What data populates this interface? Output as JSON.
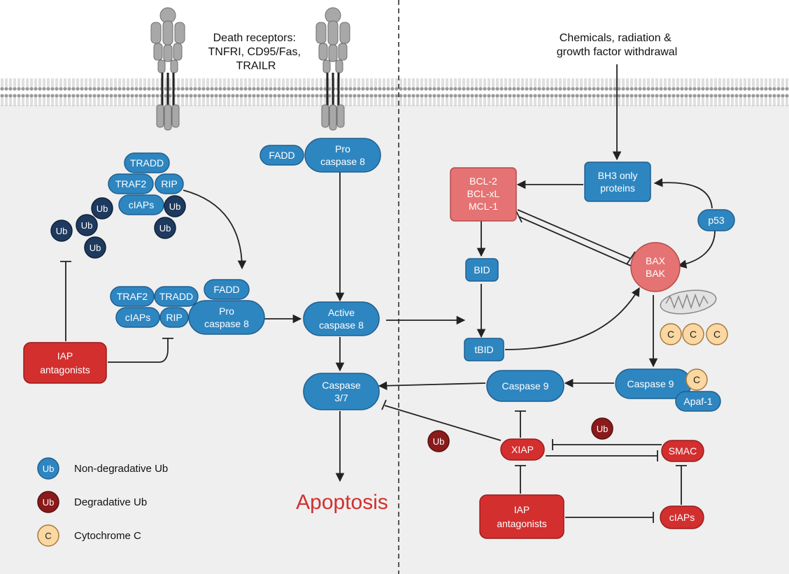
{
  "labels": {
    "death_receptors": [
      "Death receptors:",
      "TNFRI, CD95/Fas,",
      "TRAILR"
    ],
    "chemicals": [
      "Chemicals, radiation &",
      "growth factor withdrawal"
    ],
    "apoptosis": "Apoptosis"
  },
  "nodes": {
    "tradd_top": "TRADD",
    "traf2_top": "TRAF2",
    "rip_top": "RIP",
    "ciaps_top": "cIAPs",
    "ub": "Ub",
    "fadd_top": "FADD",
    "procaspase8_top": [
      "Pro",
      "caspase 8"
    ],
    "traf2_mid": "TRAF2",
    "tradd_mid": "TRADD",
    "fadd_mid": "FADD",
    "ciaps_mid": "cIAPs",
    "rip_mid": "RIP",
    "procaspase8_mid": [
      "Pro",
      "caspase 8"
    ],
    "active_caspase8": [
      "Active",
      "caspase 8"
    ],
    "iap_antagonists_left": [
      "IAP",
      "antagonists"
    ],
    "caspase37": [
      "Caspase",
      "3/7"
    ],
    "bh3": [
      "BH3 only",
      "proteins"
    ],
    "bcl": [
      "BCL-2",
      "BCL-xL",
      "MCL-1"
    ],
    "p53": "p53",
    "bid": "BID",
    "bax": [
      "BAX",
      "BAK"
    ],
    "tbid": "tBID",
    "cyt_c": "C",
    "caspase9_complex": "Caspase 9",
    "apaf1": "Apaf-1",
    "caspase9": "Caspase 9",
    "xiap": "XIAP",
    "smac": "SMAC",
    "ciaps_right": "cIAPs",
    "iap_antagonists_right": [
      "IAP",
      "antagonists"
    ]
  },
  "legend": [
    {
      "symbol": "Ub",
      "label": "Non-degradative Ub"
    },
    {
      "symbol": "Ub",
      "label": "Degradative Ub"
    },
    {
      "symbol": "C",
      "label": "Cytochrome C"
    }
  ],
  "colors": {
    "blue": "#2e86c1",
    "blue_dark_border": "#1f5f8f",
    "navy": "#1f3a5f",
    "red": "#d32f2f",
    "red_light": "#e57373",
    "dark_red": "#8b1a1a",
    "cyt": "#fbd7a1",
    "background": "#efefef",
    "apoptosis_text": "#d32f2f"
  }
}
